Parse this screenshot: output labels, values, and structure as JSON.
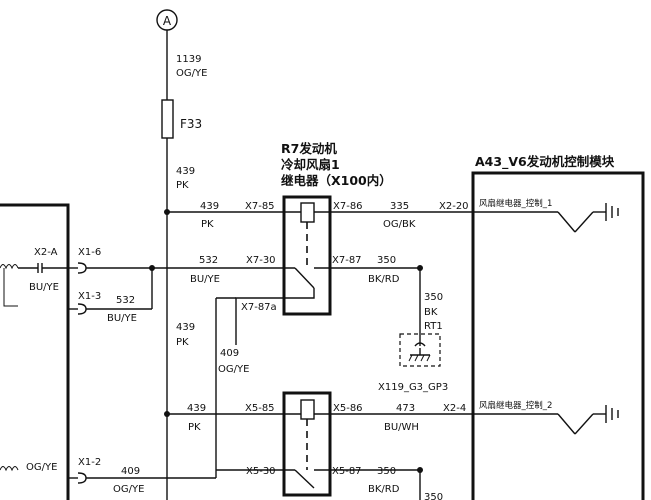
{
  "connector_a": "A",
  "fuse": {
    "wire_top": "1139",
    "color_top": "OG/YE",
    "name": "F33",
    "wire_bottom": "439",
    "color_bottom": "PK"
  },
  "relay1": {
    "title_line1": "R7发动机",
    "title_line2": "冷却风扇1",
    "title_line3": "继电器（X100内）"
  },
  "module": {
    "title": "A43_V6发动机控制模块",
    "signal1": "风扇继电器_控制_1",
    "signal2": "风扇继电器_控制_2"
  },
  "ground": {
    "label": "RT1",
    "connector": "X119_G3_GP3"
  },
  "labels": {
    "r1_wire": "439",
    "r1_color": "PK",
    "r1_pin_in": "X7-85",
    "r1_pin_out": "X7-86",
    "r1_out_wire": "335",
    "r1_out_color": "OG/BK",
    "r1_mod_pin": "X2-20",
    "x2a": "X2-A",
    "x2a_color": "BU/YE",
    "x16": "X1-6",
    "x13": "X1-3",
    "w532_left": "532",
    "c532_left": "BU/YE",
    "w532_mid": "532",
    "c532_mid": "BU/YE",
    "x730": "X7-30",
    "x787": "X7-87",
    "w350_a": "350",
    "c350_a": "BK/RD",
    "x787a": "X7-87a",
    "w350_b": "350",
    "c350_b": "BK",
    "w439_mid": "439",
    "c439_mid": "PK",
    "w409_mid": "409",
    "c409_mid": "OG/YE",
    "r2_wire": "439",
    "r2_color": "PK",
    "r2_pin_in": "X5-85",
    "r2_pin_out": "X5-86",
    "r2_out_wire": "473",
    "r2_out_color": "BU/WH",
    "r2_mod_pin": "X2-4",
    "left_color_bottom": "OG/YE",
    "x12": "X1-2",
    "w409_bot": "409",
    "c409_bot": "OG/YE",
    "x530": "X5-30",
    "x587": "X5-87",
    "w350_c": "350",
    "c350_c": "BK/RD",
    "w350_d": "350"
  }
}
